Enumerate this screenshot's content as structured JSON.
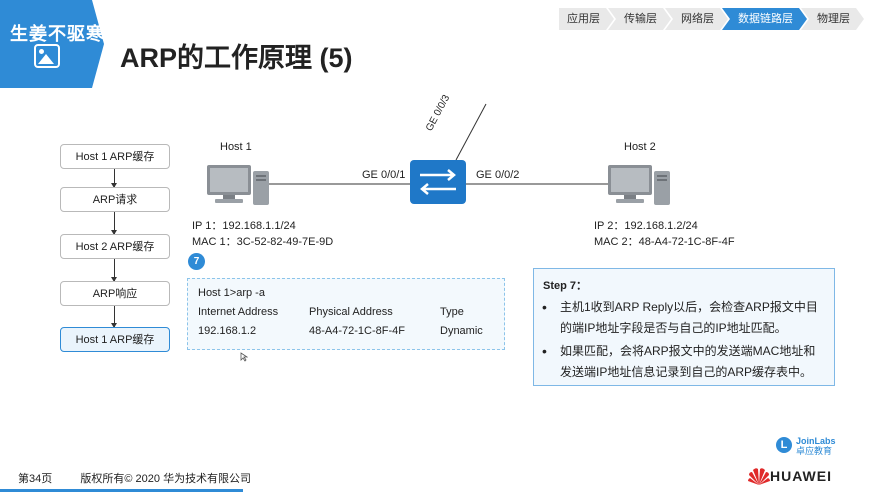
{
  "watermark": "生姜不驱寒",
  "title": "ARP的工作原理 (5)",
  "tabs": [
    {
      "label": "应用层",
      "active": false
    },
    {
      "label": "传输层",
      "active": false
    },
    {
      "label": "网络层",
      "active": false
    },
    {
      "label": "数据链路层",
      "active": true
    },
    {
      "label": "物理层",
      "active": false
    }
  ],
  "flow": [
    {
      "label": "Host 1 ARP缓存"
    },
    {
      "label": "ARP请求"
    },
    {
      "label": "Host 2 ARP缓存"
    },
    {
      "label": "ARP响应"
    },
    {
      "label": "Host 1 ARP缓存",
      "highlight": true
    }
  ],
  "topology": {
    "host1": {
      "name": "Host 1",
      "ip": "IP 1：192.168.1.1/24",
      "mac": "MAC 1：3C-52-82-49-7E-9D"
    },
    "host2": {
      "name": "Host 2",
      "ip": "IP 2：192.168.1.2/24",
      "mac": "MAC 2：48-A4-72-1C-8F-4F"
    },
    "port1": "GE 0/0/1",
    "port2": "GE 0/0/2",
    "port3": "GE 0/0/3"
  },
  "badge": "7",
  "arp_table": {
    "command": "Host 1>arp -a",
    "headers": [
      "Internet Address",
      "Physical Address",
      "Type"
    ],
    "row": [
      "192.168.1.2",
      "48-A4-72-1C-8F-4F",
      "Dynamic"
    ]
  },
  "step": {
    "title": "Step 7：",
    "bullets": [
      "主机1收到ARP Reply以后，会检查ARP报文中目的端IP地址字段是否与自己的IP地址匹配。",
      "如果匹配，会将ARP报文中的发送端MAC地址和发送端IP地址信息记录到自己的ARP缓存表中。"
    ]
  },
  "footer": {
    "page": "第34页",
    "copyright": "版权所有© 2020 华为技术有限公司"
  },
  "brand": {
    "joinlabs_letter": "L",
    "joinlabs_name": "JoinLabs",
    "joinlabs_cn": "卓应教育",
    "huawei": "HUAWEI"
  },
  "colors": {
    "accent": "#2f8bd6",
    "switch": "#1f78c8"
  }
}
